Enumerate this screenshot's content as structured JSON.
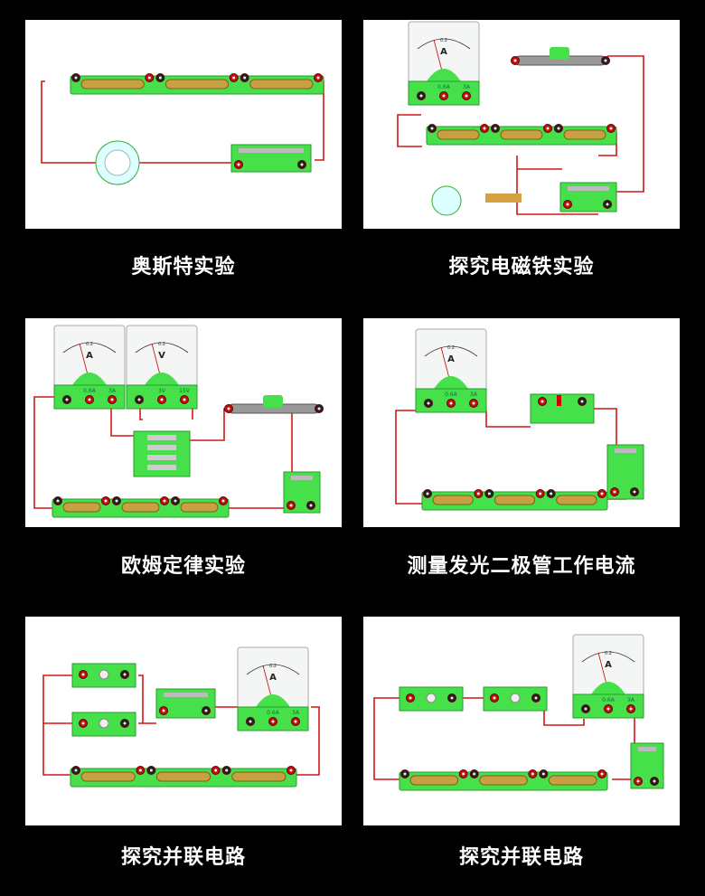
{
  "colors": {
    "background": "#000000",
    "panel": "#ffffff",
    "board": "#45e04a",
    "wire": "#d01818"
  },
  "panels": [
    {
      "caption": "奥斯特实验"
    },
    {
      "caption": "探究电磁铁实验"
    },
    {
      "caption": "欧姆定律实验"
    },
    {
      "caption": "测量发光二极管工作电流"
    },
    {
      "caption": "探究并联电路"
    },
    {
      "caption": "探究并联电路"
    }
  ],
  "meter": {
    "ammeter_symbol": "A",
    "voltmeter_symbol": "V",
    "ammeter_ranges": [
      "0.6A",
      "3A"
    ],
    "voltmeter_ranges": [
      "3V",
      "15V"
    ],
    "scale_mid": "0.2"
  }
}
